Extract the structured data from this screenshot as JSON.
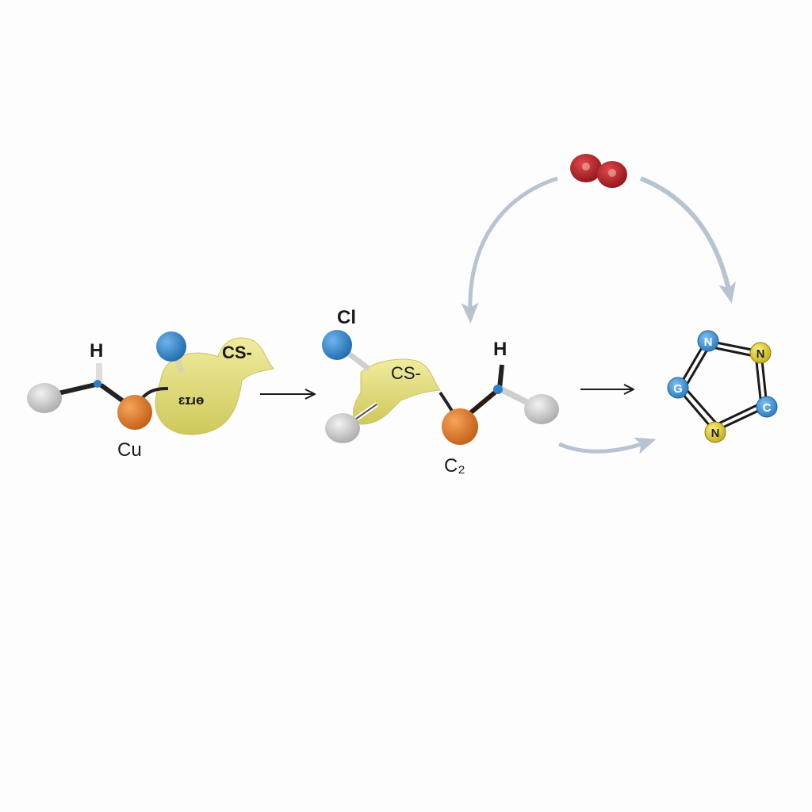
{
  "diagram": {
    "reactant": {
      "labels": {
        "h": "H",
        "cu": "Cu",
        "cs": "CS-",
        "center": "ɛɪɹɵ"
      },
      "colors": {
        "blue": "#2f7fc4",
        "orange": "#e0782a",
        "grey": "#d0d0d0",
        "blob": "#e9e48a"
      }
    },
    "intermediate": {
      "labels": {
        "cl": "Cl",
        "h2": "H",
        "cs": "CS-",
        "c2": "C₂"
      }
    },
    "oxygen": {
      "color": "#c0262b"
    },
    "product_ring": {
      "atoms": [
        {
          "label": "N",
          "color": "#3a8fd4"
        },
        {
          "label": "N",
          "color": "#e3d23a"
        },
        {
          "label": "C",
          "color": "#3a8fd4"
        },
        {
          "label": "N",
          "color": "#e3d23a"
        },
        {
          "label": "G",
          "color": "#3a8fd4"
        }
      ]
    },
    "arrows": {
      "reaction_color": "#1a1a1a",
      "cycle_color": "#b8c3d1"
    }
  }
}
